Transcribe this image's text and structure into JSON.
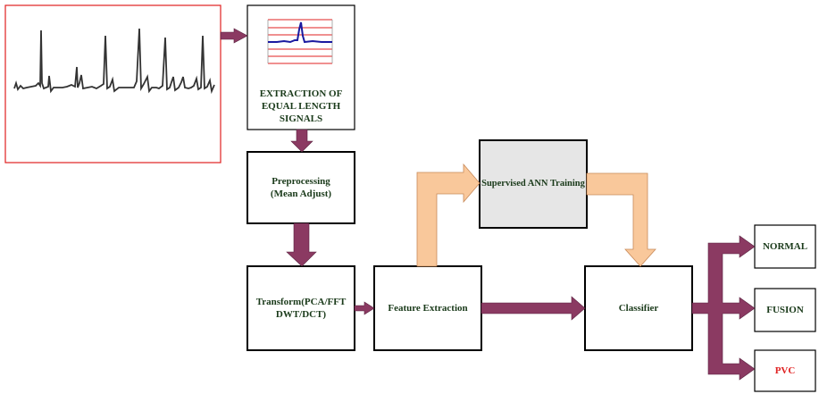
{
  "extraction": {
    "label": "EXTRACTION OF\nEQUAL LENGTH\nSIGNALS"
  },
  "preprocessing": {
    "label": "Preprocessing\n(Mean Adjust)"
  },
  "transform": {
    "label": "Transform(PCA/FFT\nDWT/DCT)"
  },
  "feature": {
    "label": "Feature Extraction"
  },
  "training": {
    "label": "Supervised ANN Training"
  },
  "classifier": {
    "label": "Classifier"
  },
  "outputs": {
    "normal": "NORMAL",
    "fusion": "FUSION",
    "pvc": "PVC"
  },
  "colors": {
    "arrow_maroon": "#8B3A62",
    "arrow_peach": "#F9C89B",
    "training_fill": "#E6E6E6",
    "ecg_border": "#E02020",
    "pvc_text": "#E02020",
    "label_text": "#1a3a1a",
    "mini_grid": "#E02020",
    "mini_signal": "#1a1aa0",
    "ecg_trace": "#333333"
  }
}
